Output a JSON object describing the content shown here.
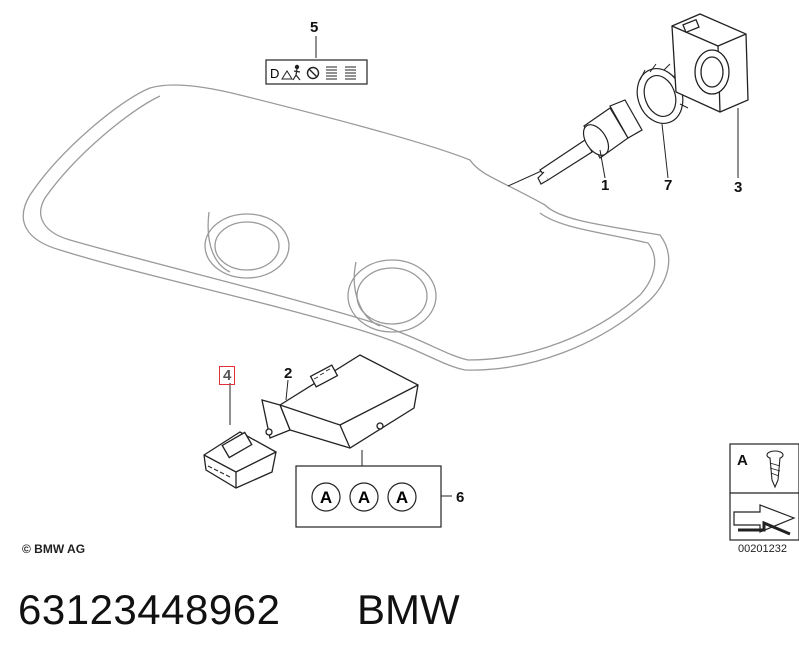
{
  "callouts": {
    "c1": "1",
    "c2": "2",
    "c3": "3",
    "c4": "4",
    "c5": "5",
    "c6": "6",
    "c7": "7"
  },
  "selected_callout": "4",
  "warning_label": {
    "letter": "D",
    "icons": [
      "warning-triangle-icon",
      "person-icon",
      "no-symbol-icon",
      "text-lines-icon",
      "text-lines-icon"
    ]
  },
  "label_set": [
    "A",
    "A",
    "A"
  ],
  "legend": {
    "letter": "A",
    "icons": [
      "screw-icon",
      "arrow-icon"
    ]
  },
  "copyright": "© BMW AG",
  "diagram_number": "00201232",
  "footer": {
    "part_number": "63123448962",
    "brand": "BMW"
  },
  "colors": {
    "line": "#222222",
    "housing_outline": "#9a9a9a",
    "selected_box": "#e0303a"
  }
}
